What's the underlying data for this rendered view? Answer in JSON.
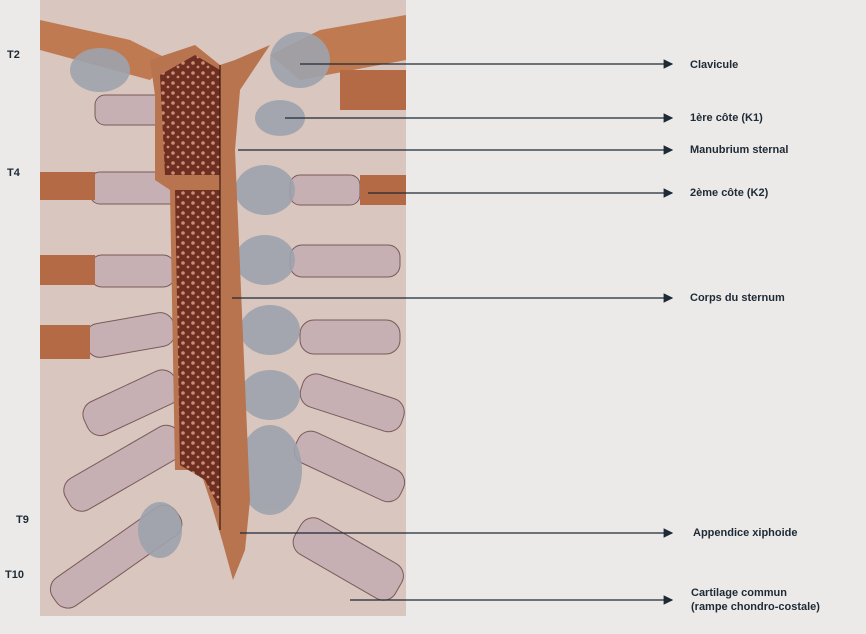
{
  "vertebral_levels": [
    "T2",
    "T4",
    "T9",
    "T10"
  ],
  "labels": {
    "clavicule": "Clavicule",
    "k1": "1ère côte (K1)",
    "manubrium": "Manubrium sternal",
    "k2": "2ème côte (K2)",
    "corps": "Corps du sternum",
    "xiphoide": "Appendice xiphoide",
    "cartilage_line1": "Cartilage commun",
    "cartilage_line2": "(rampe chondro-costale)"
  },
  "colors": {
    "background": "#ebeae8",
    "bone": "#b8734f",
    "marrow": "#6e2e22",
    "cartilage": "#b9a5aa",
    "ligament": "#9ea3ad",
    "text": "#1e2a36"
  }
}
